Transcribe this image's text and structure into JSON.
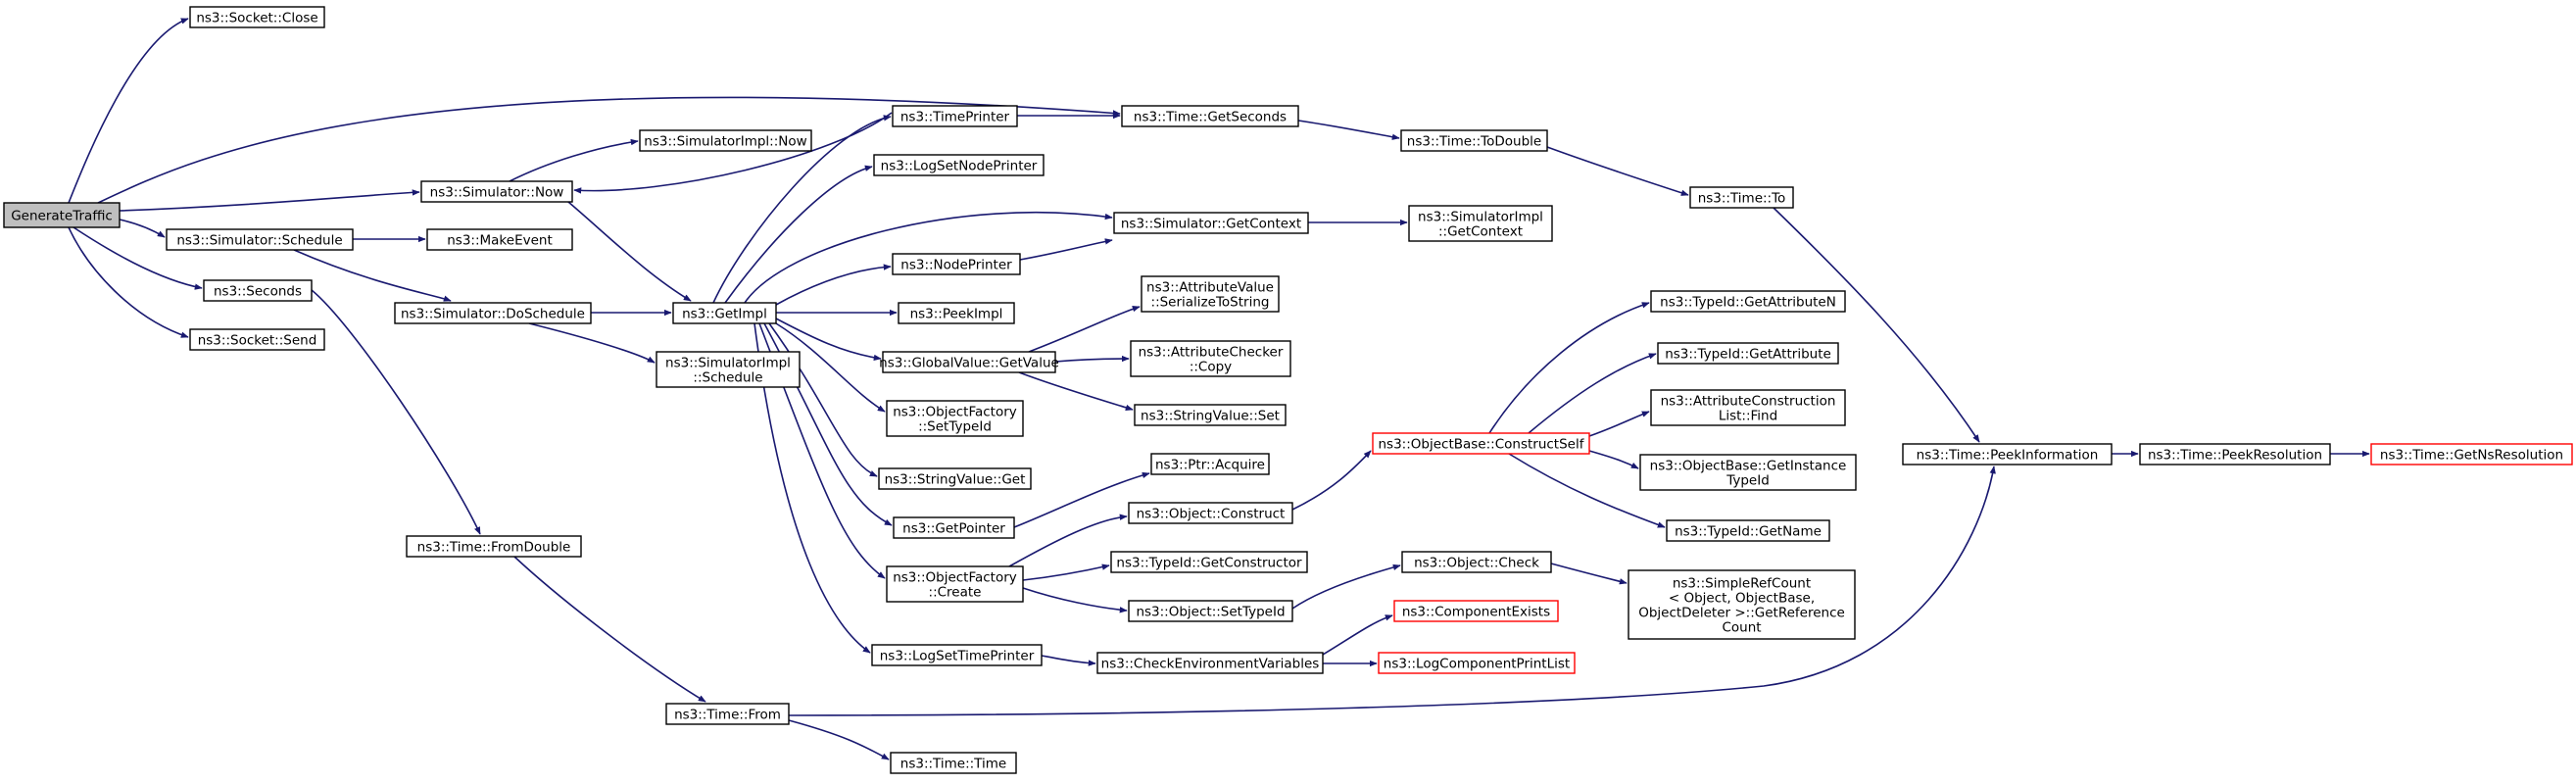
{
  "diagram": {
    "title": "",
    "colors": {
      "edge": "#191970",
      "node_border": "#000000",
      "external_border": "#ff0000",
      "root_fill": "#bfbfbf"
    },
    "nodes": [
      {
        "id": "root",
        "label": [
          "GenerateTraffic"
        ],
        "style": "root"
      },
      {
        "id": "sockclose",
        "label": [
          "ns3::Socket::Close"
        ]
      },
      {
        "id": "simnow",
        "label": [
          "ns3::Simulator::Now"
        ]
      },
      {
        "id": "simsched",
        "label": [
          "ns3::Simulator::Schedule"
        ]
      },
      {
        "id": "seconds",
        "label": [
          "ns3::Seconds"
        ]
      },
      {
        "id": "socksend",
        "label": [
          "ns3::Socket::Send"
        ]
      },
      {
        "id": "implnow",
        "label": [
          "ns3::SimulatorImpl::Now"
        ]
      },
      {
        "id": "makeevent",
        "label": [
          "ns3::MakeEvent"
        ]
      },
      {
        "id": "dosched",
        "label": [
          "ns3::Simulator::DoSchedule"
        ]
      },
      {
        "id": "implsched",
        "label": [
          "ns3::SimulatorImpl",
          "::Schedule"
        ]
      },
      {
        "id": "fromdouble",
        "label": [
          "ns3::Time::FromDouble"
        ]
      },
      {
        "id": "from",
        "label": [
          "ns3::Time::From"
        ]
      },
      {
        "id": "timetime",
        "label": [
          "ns3::Time::Time"
        ]
      },
      {
        "id": "getimpl",
        "label": [
          "ns3::GetImpl"
        ]
      },
      {
        "id": "timeprinter",
        "label": [
          "ns3::TimePrinter"
        ]
      },
      {
        "id": "logsetnode",
        "label": [
          "ns3::LogSetNodePrinter"
        ]
      },
      {
        "id": "nodeprinter",
        "label": [
          "ns3::NodePrinter"
        ]
      },
      {
        "id": "peekimpl",
        "label": [
          "ns3::PeekImpl"
        ]
      },
      {
        "id": "gvgetvalue",
        "label": [
          "ns3::GlobalValue::GetValue"
        ]
      },
      {
        "id": "ofsettypeid",
        "label": [
          "ns3::ObjectFactory",
          "::SetTypeId"
        ]
      },
      {
        "id": "svget",
        "label": [
          "ns3::StringValue::Get"
        ]
      },
      {
        "id": "getpointer",
        "label": [
          "ns3::GetPointer"
        ]
      },
      {
        "id": "ofcreate",
        "label": [
          "ns3::ObjectFactory",
          "::Create"
        ]
      },
      {
        "id": "logsettime",
        "label": [
          "ns3::LogSetTimePrinter"
        ]
      },
      {
        "id": "getseconds",
        "label": [
          "ns3::Time::GetSeconds"
        ]
      },
      {
        "id": "getcontext",
        "label": [
          "ns3::Simulator::GetContext"
        ]
      },
      {
        "id": "avser",
        "label": [
          "ns3::AttributeValue",
          "::SerializeToString"
        ]
      },
      {
        "id": "accopy",
        "label": [
          "ns3::AttributeChecker",
          "::Copy"
        ]
      },
      {
        "id": "svset",
        "label": [
          "ns3::StringValue::Set"
        ]
      },
      {
        "id": "ptracq",
        "label": [
          "ns3::Ptr::Acquire"
        ]
      },
      {
        "id": "objconstruct",
        "label": [
          "ns3::Object::Construct"
        ]
      },
      {
        "id": "tidgetctor",
        "label": [
          "ns3::TypeId::GetConstructor"
        ]
      },
      {
        "id": "objsettypeid",
        "label": [
          "ns3::Object::SetTypeId"
        ]
      },
      {
        "id": "checkenv",
        "label": [
          "ns3::CheckEnvironmentVariables"
        ]
      },
      {
        "id": "todouble",
        "label": [
          "ns3::Time::ToDouble"
        ]
      },
      {
        "id": "implgetctx",
        "label": [
          "ns3::SimulatorImpl",
          "::GetContext"
        ]
      },
      {
        "id": "constructself",
        "label": [
          "ns3::ObjectBase::ConstructSelf"
        ],
        "style": "ext"
      },
      {
        "id": "objcheck",
        "label": [
          "ns3::Object::Check"
        ]
      },
      {
        "id": "compexists",
        "label": [
          "ns3::ComponentExists"
        ],
        "style": "ext"
      },
      {
        "id": "logprintlist",
        "label": [
          "ns3::LogComponentPrintList"
        ],
        "style": "ext"
      },
      {
        "id": "timeto",
        "label": [
          "ns3::Time::To"
        ]
      },
      {
        "id": "getattrn",
        "label": [
          "ns3::TypeId::GetAttributeN"
        ]
      },
      {
        "id": "getattr",
        "label": [
          "ns3::TypeId::GetAttribute"
        ]
      },
      {
        "id": "attrfind",
        "label": [
          "ns3::AttributeConstruction",
          "List::Find"
        ]
      },
      {
        "id": "getinst",
        "label": [
          "ns3::ObjectBase::GetInstance",
          "TypeId"
        ]
      },
      {
        "id": "tidgetname",
        "label": [
          "ns3::TypeId::GetName"
        ]
      },
      {
        "id": "srefcount",
        "label": [
          "ns3::SimpleRefCount",
          "< Object, ObjectBase,",
          "ObjectDeleter >::GetReference",
          "Count"
        ]
      },
      {
        "id": "peekinfo",
        "label": [
          "ns3::Time::PeekInformation"
        ]
      },
      {
        "id": "peekres",
        "label": [
          "ns3::Time::PeekResolution"
        ]
      },
      {
        "id": "getnsres",
        "label": [
          "ns3::Time::GetNsResolution"
        ],
        "style": "ext"
      }
    ]
  }
}
